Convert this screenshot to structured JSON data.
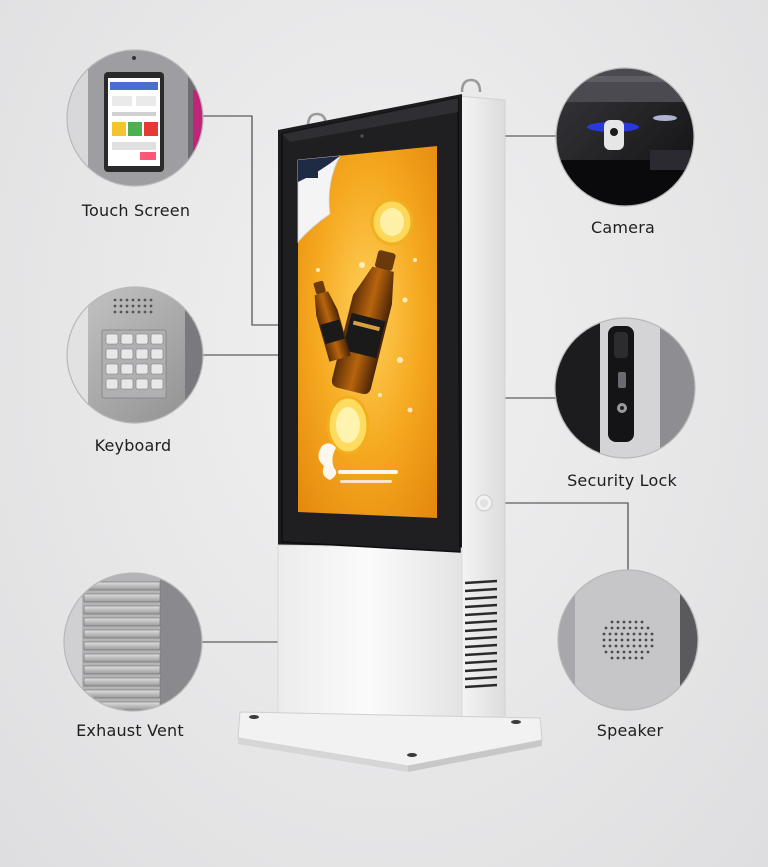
{
  "callouts": {
    "touch_screen": "Touch Screen",
    "camera": "Camera",
    "keyboard": "Keyboard",
    "security_lock": "Security Lock",
    "exhaust_vent": "Exhaust Vent",
    "speaker": "Speaker"
  },
  "colors": {
    "background": "#e8e8e9",
    "kiosk_body": "#f7f7f7",
    "screen_bezel": "#1c1c1e",
    "display_orange": "#f2a01a",
    "callout_line": "#3a3a3a"
  }
}
